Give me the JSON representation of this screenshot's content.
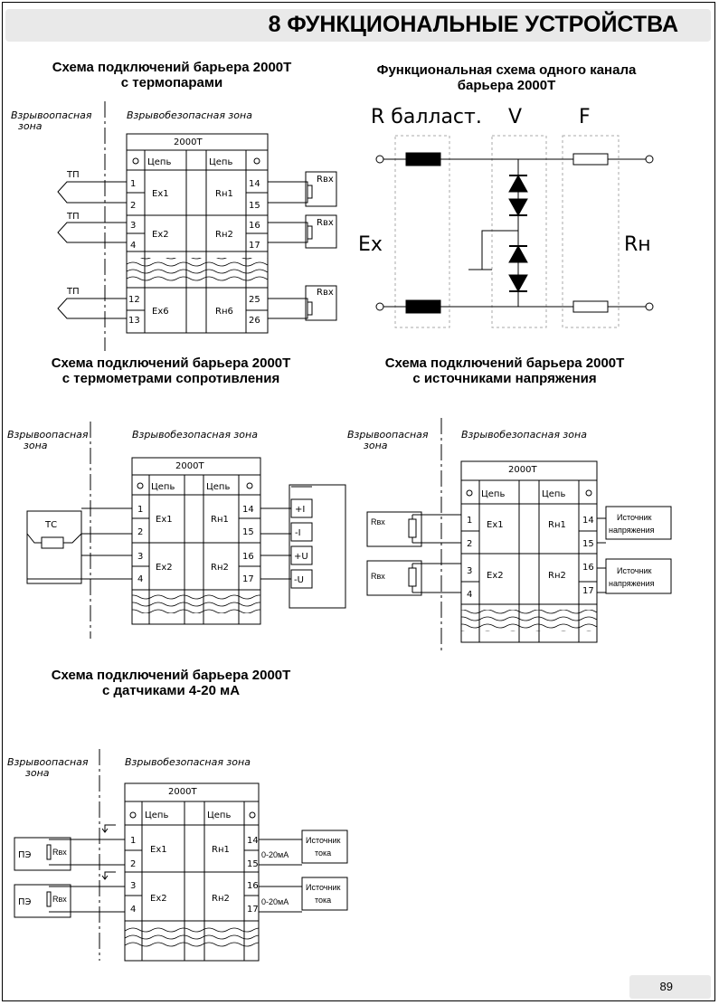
{
  "header": {
    "title": "8 ФУНКЦИОНАЛЬНЫЕ УСТРОЙСТВА"
  },
  "page_number": "89",
  "zones": {
    "hazard": [
      "Взрывоопасная",
      "зона"
    ],
    "safe": "Взрывобезопасная зона"
  },
  "common": {
    "device": "2000Т",
    "circuit": "Цепь",
    "ex1": "Ex1",
    "ex2": "Ex2",
    "ex6": "Ex6",
    "rn1": "Rн1",
    "rn2": "Rн2",
    "rn6": "Rн6",
    "t1": "1",
    "t2": "2",
    "t3": "3",
    "t4": "4",
    "t12": "12",
    "t13": "13",
    "t14": "14",
    "t15": "15",
    "t16": "16",
    "t17": "17",
    "t25": "25",
    "t26": "26"
  },
  "d1": {
    "title_l1": "Схема подключений барьера 2000Т",
    "title_l2": "с термопарами",
    "tp": "ТП",
    "rvx": "Rвх"
  },
  "d2": {
    "title_l1": "Функциональная схема одного канала",
    "title_l2": "барьера 2000Т",
    "r_ballast": "R балласт.",
    "v": "V",
    "f": "F",
    "ex": "Ex",
    "rn": "Rн"
  },
  "d3": {
    "title_l1": "Схема подключений барьера 2000Т",
    "title_l2": "с термометрами сопротивления",
    "tc": "ТС",
    "p1": "+I",
    "p2": "-I",
    "p3": "+U",
    "p4": "-U"
  },
  "d4": {
    "title_l1": "Схема подключений барьера 2000Т",
    "title_l2": "с источниками напряжения",
    "rvx": "Rвх",
    "src_l1": "Источник",
    "src_l2": "напряжения"
  },
  "d5": {
    "title_l1": "Схема подключений барьера 2000Т",
    "title_l2": "с датчиками 4-20 мА",
    "pe": "ПЭ",
    "rvx": "Rвх",
    "range": "0-20мА",
    "src_l1": "Источник",
    "src_l2": "тока"
  }
}
